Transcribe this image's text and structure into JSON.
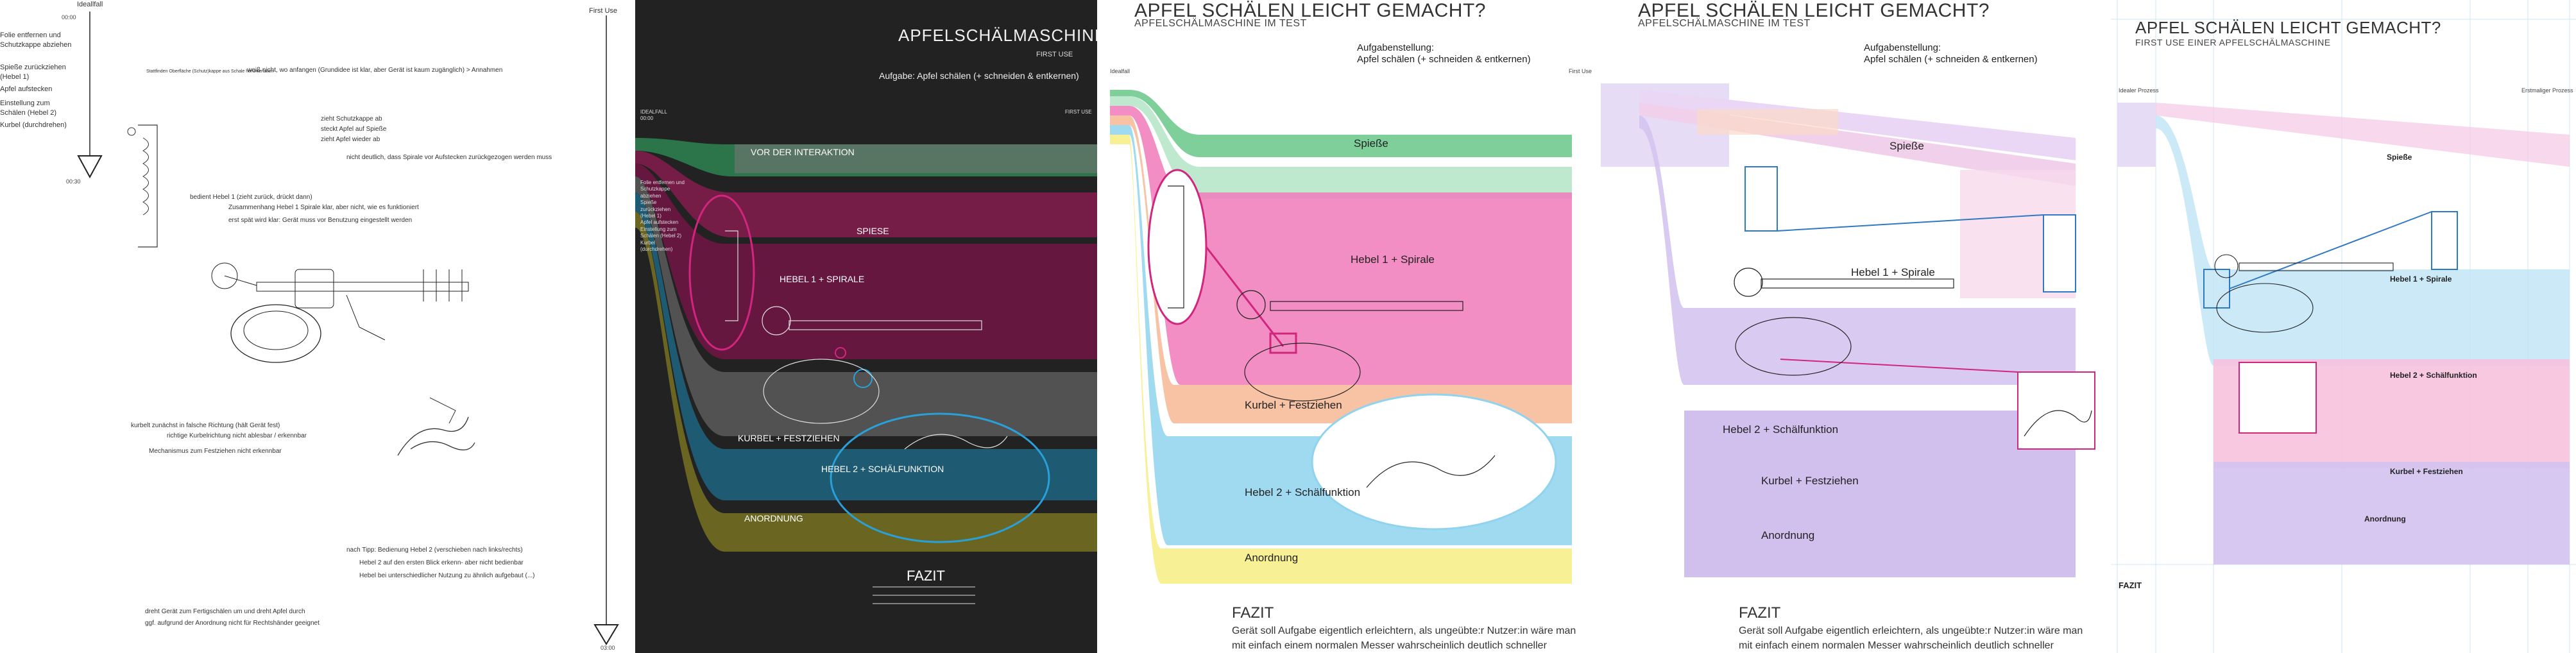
{
  "panel1": {
    "timeline_start_label": "Ideallfall",
    "timeline_start_time": "00:00",
    "time_0030": "00:30",
    "steps": [
      "Folie entfernen und Schutzkappe abziehen",
      "Spieße zurückziehen (Hebel 1)",
      "Apfel aufstecken",
      "Einstellung zum Schälen (Hebel 2)",
      "Kurbel (durchdrehen)"
    ],
    "notes": {
      "n1": "Stattfinden Oberfläche (Schutz)kappe aus Schale herunterfallen",
      "n2": "weiß nicht, wo anfangen (Grundidee ist klar, aber Gerät ist kaum zugänglich) > Annahmen",
      "n3": "zieht Schutzkappe ab",
      "n4": "steckt Apfel auf Spieße",
      "n5": "zieht Apfel wieder ab",
      "n6": "nicht deutlich, dass Spirale vor Aufstecken zurückgezogen werden muss",
      "n7": "bedient Hebel 1 (zieht zurück, drückt dann)",
      "n8": "Zusammenhang Hebel 1 Spirale klar, aber nicht, wie es funktioniert",
      "n9": "erst spät wird klar: Gerät muss vor Benutzung eingestellt werden",
      "n10": "kurbelt zunächst in falsche Richtung (hält Gerät fest)",
      "n11": "richtige Kurbelrichtung nicht ablesbar / erkennbar",
      "n12": "Mechanismus zum Festziehen nicht erkennbar",
      "n13": "nach Tipp: Bedienung Hebel 2 (verschieben nach links/rechts)",
      "n14": "Hebel 2 auf den ersten Blick erkenn- aber nicht bedienbar",
      "n15": "Hebel bei unterschiedlicher Nutzung zu ähnlich aufgebaut (...)",
      "n16": "dreht Gerät zum Fertigschälen um und dreht Apfel durch",
      "n17": "ggf. aufgrund der Anordnung nicht für Rechtshänder geeignet"
    },
    "first_use": "First Use",
    "time_end": "03:00"
  },
  "panel2": {
    "title": "APFELSCHÄLMASCHINE",
    "sub1": "FIRST USE",
    "sub2": "Aufgabe: Apfel schälen (+ schneiden & entkernen)",
    "sections": [
      "VOR DER INTERAKTION",
      "SPIESE",
      "HEBEL 1 + SPIRALE",
      "KURBEL + FESTZIEHEN",
      "HEBEL 2 + SCHÄLFUNKTION",
      "ANORDNUNG"
    ],
    "fazit": "FAZIT",
    "legend": [
      "Folie entfernen und Schutzkappe abziehen",
      "Spieße zurückziehen (Hebel 1)",
      "Apfel aufstecken",
      "Einstellung zum Schälen (Hebel 2)",
      "Kurbel (durchdrehen)"
    ],
    "left_label": "IDEALFALL",
    "right_label": "FIRST USE",
    "t00": "00:00"
  },
  "panel3": {
    "title": "APFEL SCHÄLEN LEICHT GEMACHT?",
    "subtitle": "APFELSCHÄLMASCHINE IM TEST",
    "task_label": "Aufgabenstellung:",
    "task": "Apfel schälen (+ schneiden & entkernen)",
    "ideal": "Idealfall",
    "first": "First Use",
    "sections": [
      "Spieße",
      "Hebel 1 + Spirale",
      "Kurbel + Festziehen",
      "Hebel 2 + Schälfunktion",
      "Anordnung"
    ],
    "fazit": "FAZIT",
    "fazit_text1": "Gerät soll Aufgabe eigentlich erleichtern, als ungeübte:r Nutzer:in wäre man",
    "fazit_text2": "mit einfach einem normalen Messer wahrscheinlich deutlich schneller"
  },
  "panel4": {
    "title": "APFEL SCHÄLEN LEICHT GEMACHT?",
    "subtitle": "APFELSCHÄLMASCHINE IM TEST",
    "task_label": "Aufgabenstellung:",
    "task": "Apfel schälen (+ schneiden & entkernen)",
    "sections": [
      "Spieße",
      "Hebel 1 + Spirale",
      "Hebel 2 + Schälfunktion",
      "Kurbel + Festziehen",
      "Anordnung"
    ],
    "fazit": "FAZIT",
    "fazit_text1": "Gerät soll Aufgabe eigentlich erleichtern, als ungeübte:r Nutzer:in wäre man",
    "fazit_text2": "mit einfach einem normalen Messer wahrscheinlich deutlich schneller"
  },
  "panel5": {
    "title": "APFEL SCHÄLEN LEICHT GEMACHT?",
    "subtitle": "FIRST USE EINER APFELSCHÄLMASCHINE",
    "sections": [
      "Spieße",
      "Hebel 1 + Spirale",
      "Hebel 2 + Schälfunktion",
      "Kurbel + Festziehen",
      "Anordnung"
    ],
    "fazit": "FAZIT",
    "left_label": "Idealer Prozess",
    "right_label": "Erstmaliger Prozess"
  },
  "colors": {
    "green": "#7fcf9b",
    "pink": "#f07ab8",
    "magenta": "#d0267e",
    "blue": "#8fd3ef",
    "yellow": "#f6ee8a",
    "purple": "#c9b4ea",
    "orange": "#f6b48d",
    "dark": "#222222"
  }
}
